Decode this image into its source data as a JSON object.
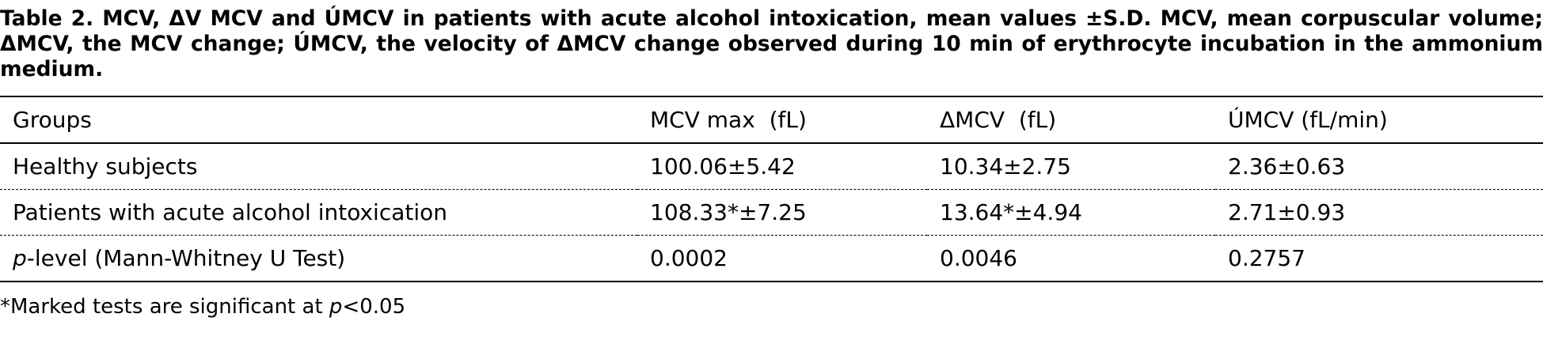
{
  "caption": "Table 2. MCV, ΔV MCV and ÚMCV in patients with acute alcohol intoxication, mean values ±S.D. MCV, mean corpuscular volume; ΔMCV, the MCV change; ÚMCV, the velocity of ΔMCV change observed during 10 min of erythrocyte incubation in the ammonium medium.",
  "table": {
    "headers": [
      "Groups",
      "MCV max  (fL)",
      "ΔMCV  (fL)",
      "ÚMCV (fL/min)"
    ],
    "rows": [
      {
        "group": "Healthy subjects",
        "mcv_max": "100.06±5.42",
        "delta_mcv": "10.34±2.75",
        "umcv": "2.36±0.63"
      },
      {
        "group": "Patients with acute alcohol intoxication",
        "mcv_max": "108.33*±7.25",
        "delta_mcv": "13.64*±4.94",
        "umcv": "2.71±0.93"
      },
      {
        "group_prefix": "p",
        "group_rest": "-level (Mann-Whitney U Test)",
        "mcv_max": "0.0002",
        "delta_mcv": "0.0046",
        "umcv": "0.2757"
      }
    ]
  },
  "footnote": {
    "prefix": "*Marked tests are significant at ",
    "italic": "p",
    "suffix": "<0.05"
  }
}
